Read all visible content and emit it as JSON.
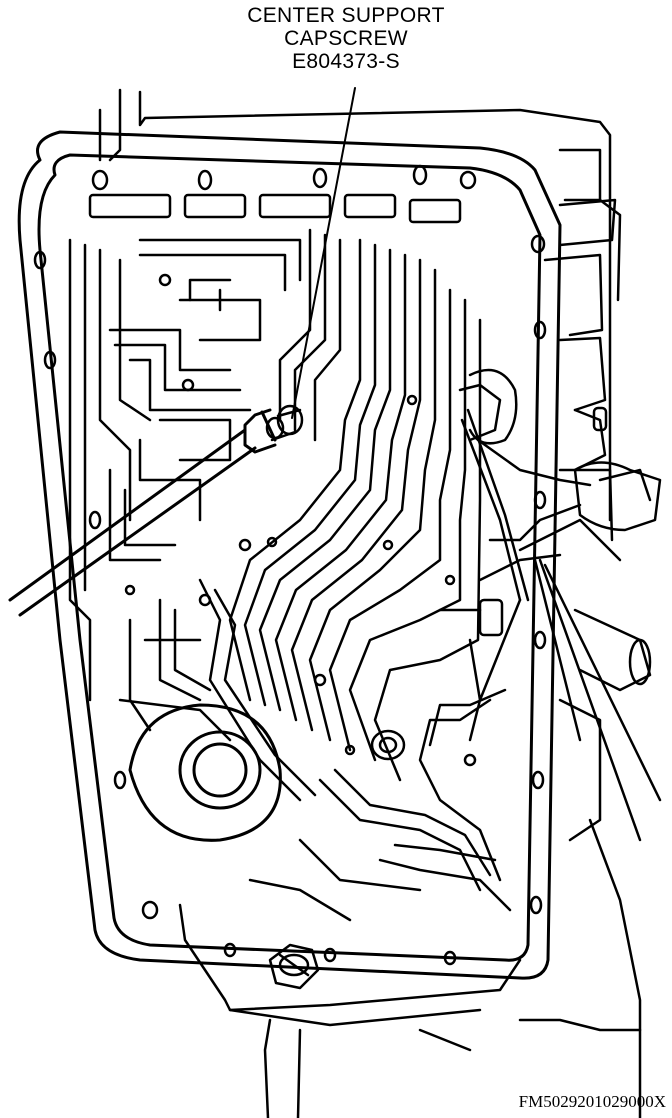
{
  "callout": {
    "line1": "CENTER SUPPORT",
    "line2": "CAPSCREW",
    "line3": "E804373-S"
  },
  "figure_id": "FM5029201029000X",
  "colors": {
    "ink": "#000000",
    "paper": "#ffffff"
  },
  "illustration": {
    "subject": "valve-body-plate-with-gasket",
    "icon": "transmission-valve-body-icon"
  }
}
